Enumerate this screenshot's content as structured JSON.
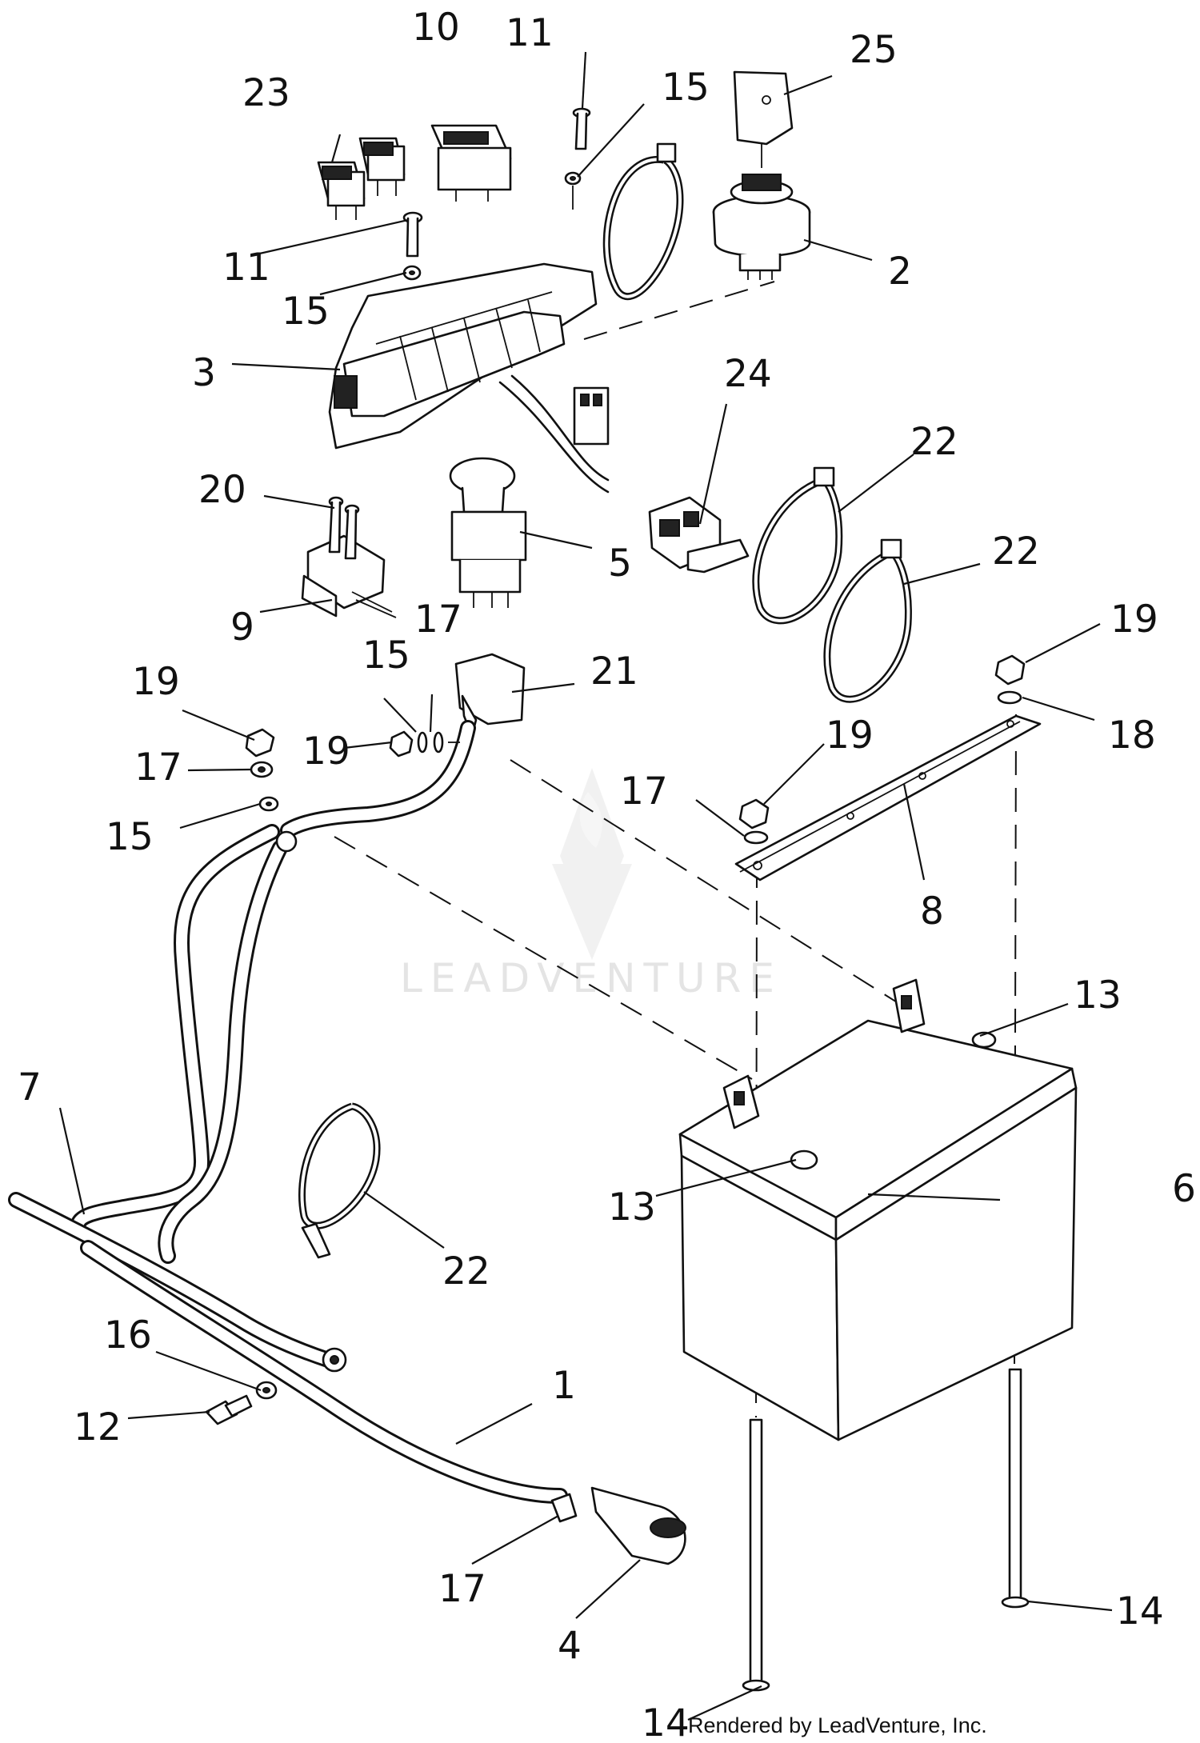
{
  "callouts": [
    "1",
    "2",
    "3",
    "4",
    "5",
    "6",
    "7",
    "8",
    "9",
    "10",
    "11",
    "11",
    "12",
    "13",
    "13",
    "14",
    "14",
    "15",
    "15",
    "15",
    "15",
    "16",
    "17",
    "17",
    "17",
    "17",
    "18",
    "19",
    "19",
    "19",
    "19",
    "20",
    "21",
    "22",
    "22",
    "22",
    "23",
    "24",
    "25"
  ],
  "watermark": "LEADVENTURE",
  "credit": "Rendered by LeadVenture, Inc."
}
